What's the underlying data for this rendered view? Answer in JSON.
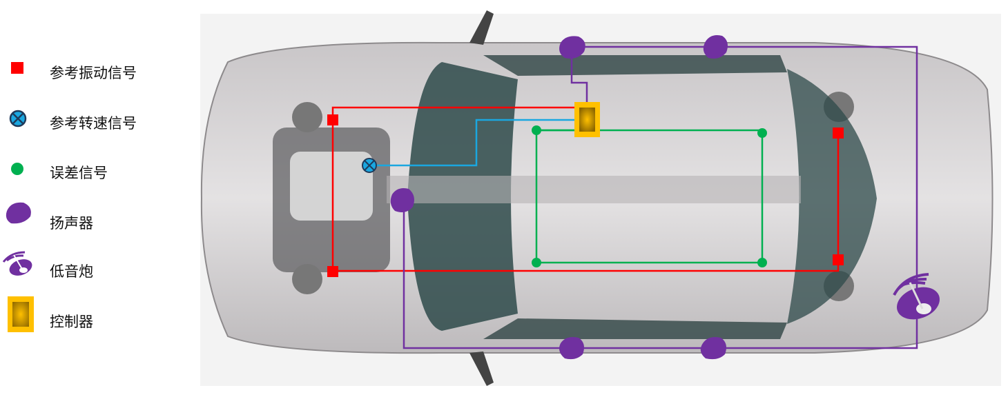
{
  "legend": [
    {
      "label": "参考振动信号",
      "icon": "red-square-icon"
    },
    {
      "label": "参考转速信号",
      "icon": "blue-crossed-circle-icon"
    },
    {
      "label": "误差信号",
      "icon": "green-dot-icon"
    },
    {
      "label": "扬声器",
      "icon": "speaker-icon"
    },
    {
      "label": "低音炮",
      "icon": "subwoofer-icon"
    },
    {
      "label": "控制器",
      "icon": "controller-icon"
    }
  ],
  "colors": {
    "vibration": "#ff0000",
    "speed": "#1aa7e0",
    "error": "#00b050",
    "speaker": "#7030a0",
    "controller": "#ffc000"
  }
}
